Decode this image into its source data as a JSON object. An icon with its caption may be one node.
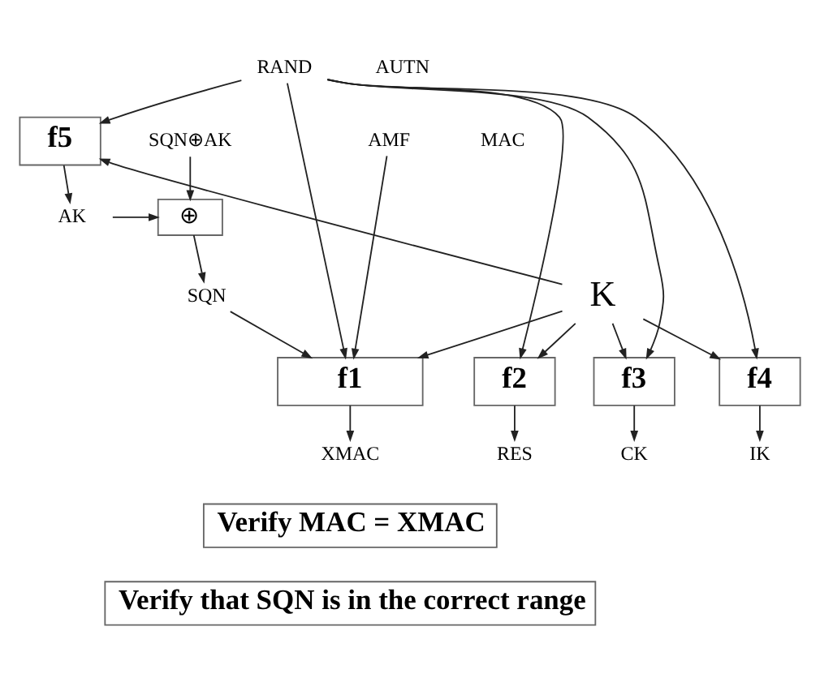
{
  "diagram": {
    "nodes": [
      {
        "text": [
          "RAND"
        ]
      },
      {
        "text": [
          "f5"
        ]
      },
      {
        "text": [
          "SQN⊕AK"
        ]
      },
      {
        "text": [
          "AMF"
        ]
      },
      {
        "text": [
          "AK"
        ]
      },
      {
        "text": [
          "⊕"
        ]
      },
      {
        "text": [
          "SQN"
        ]
      },
      {
        "text": [
          "K"
        ]
      },
      {
        "text": [
          "f1"
        ]
      },
      {
        "text": [
          "f2"
        ]
      },
      {
        "text": [
          "f3"
        ]
      },
      {
        "text": [
          "f4"
        ]
      },
      {
        "text": [
          "XMAC"
        ]
      },
      {
        "text": [
          "RES"
        ]
      },
      {
        "text": [
          "CK"
        ]
      },
      {
        "text": [
          "IK"
        ]
      },
      {
        "text": [
          "Verify MAC = XMAC"
        ]
      },
      {
        "text": [
          "Verify that SQN is in the correct range"
        ]
      }
    ],
    "edges": [
      {
        "from": 0,
        "to": 1,
        "arrow": "to"
      },
      {
        "from": 7,
        "to": 1,
        "arrow": "to"
      },
      {
        "from": 1,
        "to": 4,
        "arrow": "to"
      },
      {
        "from": 2,
        "to": 5,
        "arrow": "to"
      },
      {
        "from": 4,
        "to": 5,
        "arrow": "to"
      },
      {
        "from": 5,
        "to": 6,
        "arrow": "to"
      },
      {
        "from": 6,
        "to": 8,
        "arrow": "to"
      },
      {
        "from": 7,
        "to": 8,
        "arrow": "to"
      },
      {
        "from": 3,
        "to": 8,
        "arrow": "to"
      },
      {
        "from": 0,
        "to": 8,
        "arrow": "to"
      },
      {
        "from": 7,
        "to": 9,
        "arrow": "to"
      },
      {
        "from": 0,
        "to": 9,
        "arrow": "to"
      },
      {
        "from": 7,
        "to": 10,
        "arrow": "to"
      },
      {
        "from": 0,
        "to": 10,
        "arrow": "to"
      },
      {
        "from": 7,
        "to": 11,
        "arrow": "to"
      },
      {
        "from": 0,
        "to": 11,
        "arrow": "to"
      },
      {
        "from": 8,
        "to": 12,
        "arrow": "to"
      },
      {
        "from": 9,
        "to": 13,
        "arrow": "to"
      },
      {
        "from": 10,
        "to": 14,
        "arrow": "to"
      },
      {
        "from": 11,
        "to": 15,
        "arrow": "to"
      }
    ],
    "labels": [
      "AUTN",
      "MAC"
    ]
  }
}
